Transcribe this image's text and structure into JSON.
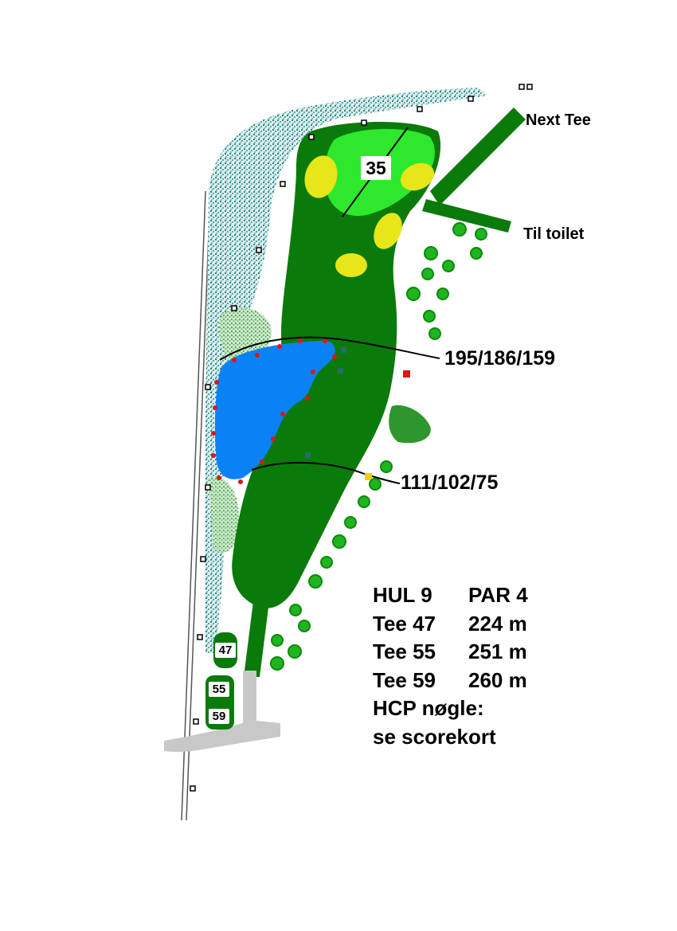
{
  "labels": {
    "next_tee": "Next Tee",
    "toilet": "Til toilet",
    "dist_upper": "195/186/159",
    "dist_lower": "111/102/75",
    "flag_number": "35"
  },
  "tees": [
    {
      "number": "47"
    },
    {
      "number": "55"
    },
    {
      "number": "59"
    }
  ],
  "hole_info": {
    "hole": "HUL 9",
    "par": "PAR 4",
    "rows": [
      {
        "tee": "Tee 47",
        "length": "224 m"
      },
      {
        "tee": "Tee 55",
        "length": "251 m"
      },
      {
        "tee": "Tee 59",
        "length": "260 m"
      }
    ],
    "hcp_line1": "HCP nøgle:",
    "hcp_line2": "se scorekort"
  },
  "colors": {
    "fairway": "#0a7a0a",
    "green": "#2ee82e",
    "bunker": "#e6e619",
    "water": "#0a82f5",
    "rough": "#2a8c8c",
    "path": "#c8c8c8",
    "hazard_marker": "#e01414",
    "yellow_marker": "#f0d000"
  }
}
